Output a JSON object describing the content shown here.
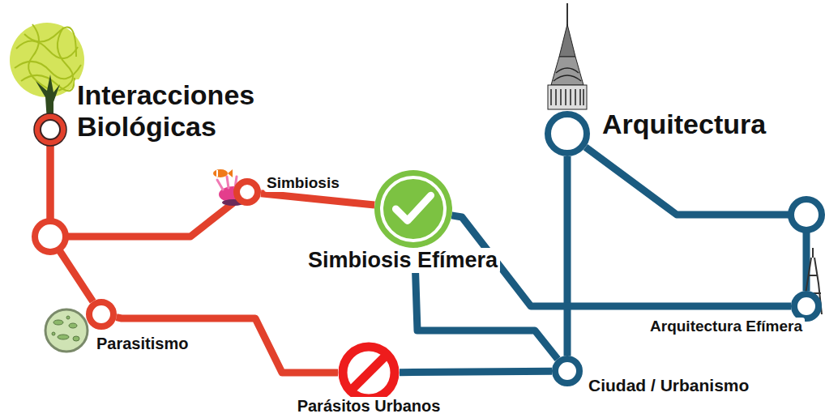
{
  "diagram": {
    "nodes": [
      {
        "text": [
          "Interacciones Biológicas"
        ]
      },
      {
        "text": [
          "Simbiosis"
        ]
      },
      {
        "text": [
          "Simbiosis Efímera"
        ]
      },
      {
        "text": [
          "Arquitectura"
        ]
      },
      {
        "text": [
          "Parasitismo"
        ]
      },
      {
        "text": [
          "Parásitos Urbanos"
        ]
      },
      {
        "text": [
          "Ciudad / Urbanismo"
        ]
      },
      {
        "text": [
          "Arquitectura Efímera"
        ]
      }
    ],
    "edges": [
      {
        "from": 0,
        "to": 1,
        "arrow": "none"
      },
      {
        "from": 1,
        "to": 2,
        "arrow": "none"
      },
      {
        "from": 0,
        "to": 4,
        "arrow": "none"
      },
      {
        "from": 4,
        "to": 5,
        "arrow": "none"
      },
      {
        "from": 5,
        "to": 6,
        "arrow": "none"
      },
      {
        "from": 3,
        "to": 6,
        "arrow": "none"
      },
      {
        "from": 3,
        "to": 7,
        "arrow": "none"
      },
      {
        "from": 2,
        "to": 7,
        "arrow": "none"
      },
      {
        "from": 2,
        "to": 6,
        "arrow": "none"
      }
    ]
  }
}
